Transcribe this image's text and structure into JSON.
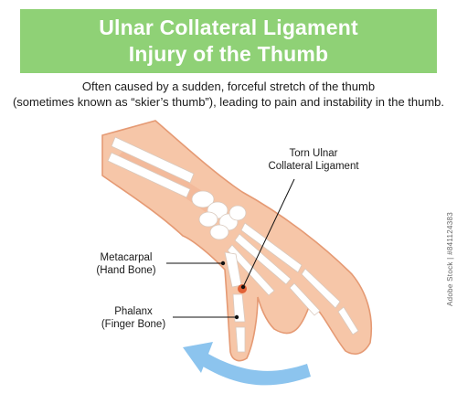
{
  "title": {
    "line1": "Ulnar Collateral Ligament",
    "line2": "Injury of the Thumb"
  },
  "subtitle": {
    "line1": "Often caused by a sudden, forceful stretch of the thumb",
    "line2": "(sometimes known as “skier’s thumb”), leading to pain and instability in the thumb."
  },
  "labels": {
    "torn_ligament": {
      "line1": "Torn Ulnar",
      "line2": "Collateral Ligament"
    },
    "metacarpal": {
      "line1": "Metacarpal",
      "line2": "(Hand Bone)"
    },
    "phalanx": {
      "line1": "Phalanx",
      "line2": "(Finger Bone)"
    }
  },
  "watermark": "Adobe Stock | #841124383",
  "colors": {
    "banner": "#8fd176",
    "skin": "#f6c6a8",
    "skin_outline": "#e59a74",
    "bone": "#ffffff",
    "injury": "#e0572a",
    "arrow": "#8cc4ee"
  }
}
